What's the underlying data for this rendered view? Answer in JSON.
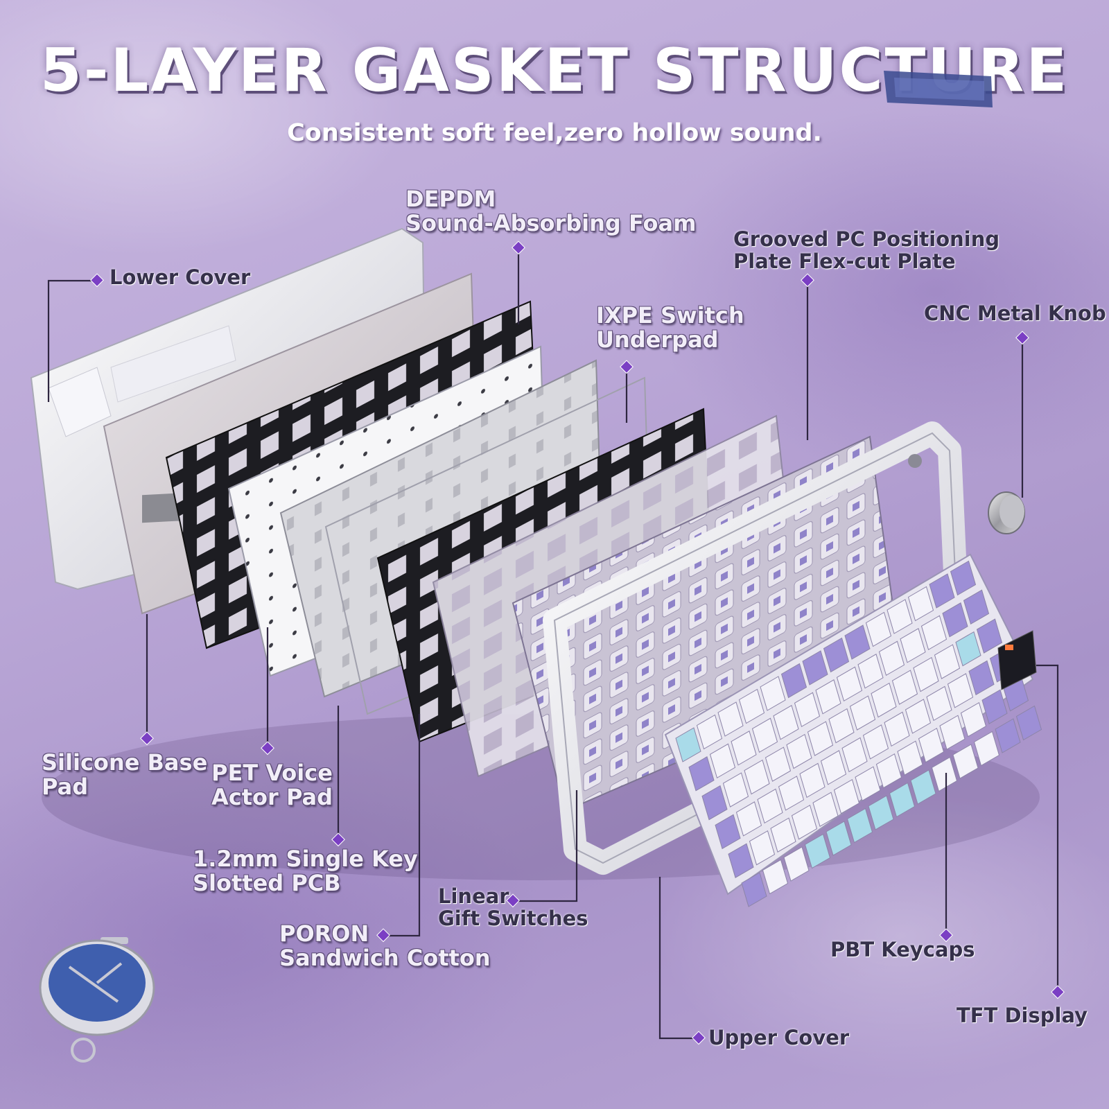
{
  "title": "5-LAYER GASKET STRUCTURE",
  "subtitle": "Consistent soft feel,zero hollow sound.",
  "labels": {
    "lower_cover": [
      "Lower Cover"
    ],
    "depdm_foam": [
      "DEPDM",
      "Sound-Absorbing Foam"
    ],
    "grooved_plate": [
      "Grooved PC Positioning",
      "Plate Flex-cut Plate"
    ],
    "ixpe_underpad": [
      "IXPE Switch",
      "Underpad"
    ],
    "cnc_knob": [
      "CNC Metal Knob"
    ],
    "silicone_pad": [
      "Silicone Base",
      "Pad"
    ],
    "pet_pad": [
      "PET Voice",
      "Actor Pad"
    ],
    "pcb": [
      "1.2mm Single Key",
      "Slotted PCB"
    ],
    "linear_switches": [
      "Linear",
      "Gift Switches"
    ],
    "poron_cotton": [
      "PORON",
      "Sandwich Cotton"
    ],
    "pbt_keycaps": [
      "PBT Keycaps"
    ],
    "tft_display": [
      "TFT Display"
    ],
    "upper_cover": [
      "Upper Cover"
    ]
  },
  "colors": {
    "accent_purple": "#7b3fc4",
    "leader_line": "#2e2640",
    "keycap_purple": "#9d8fd6",
    "keycap_white": "#f4f3fa",
    "keycap_blue": "#a9dbe9",
    "background": "#b9a6d6"
  }
}
